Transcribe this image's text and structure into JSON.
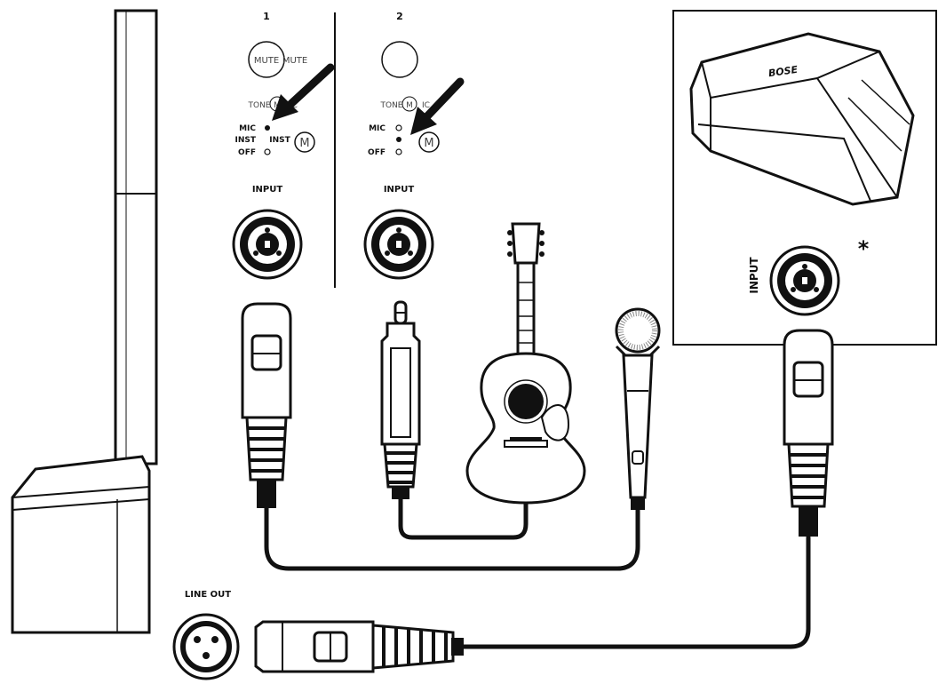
{
  "channels": [
    {
      "number": "1",
      "mute_label": "MUTE",
      "mute_label_dup": "MUTE",
      "tone_label": "TONE",
      "tone_suffix": "IC",
      "switch_labels": [
        "MIC",
        "INST",
        "OFF"
      ],
      "switch_dup": "INST",
      "input_label": "INPUT"
    },
    {
      "number": "2",
      "tone_label": "TONE",
      "tone_suffix": "IC",
      "switch_labels": [
        "MIC",
        "",
        "OFF"
      ],
      "input_label": "INPUT"
    }
  ],
  "speaker": {
    "brand": "BOSE",
    "input_label": "INPUT",
    "footnote_mark": "*"
  },
  "line_out_label": "LINE OUT",
  "icons": {
    "m_knob": "M"
  },
  "colors": {
    "ink": "#111111",
    "paper": "#ffffff"
  }
}
